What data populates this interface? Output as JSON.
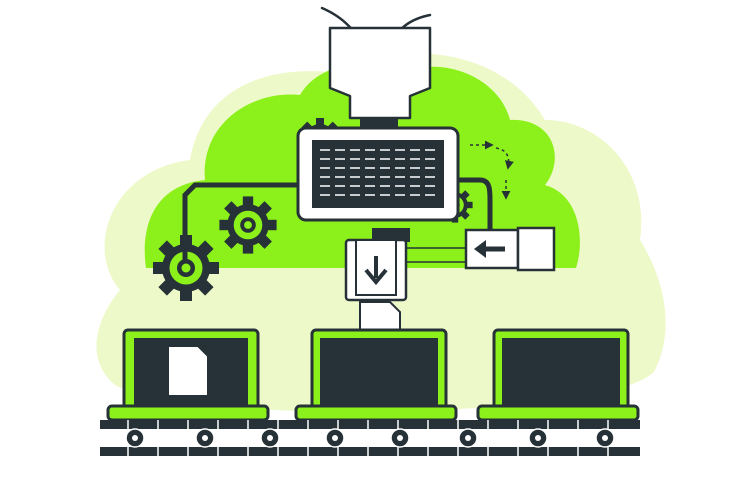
{
  "palette": {
    "background": "#ffffff",
    "blob_light": "#eef9c9",
    "cloud_green": "#8cf01a",
    "dark": "#263238",
    "white": "#ffffff"
  },
  "icons": {
    "cloud": "cloud-shape",
    "funnel": "funnel-hopper",
    "processor": "processor-box",
    "gears": "gear-icon",
    "printer": "printer-box",
    "arrows": "arrow-icon",
    "laptops": "laptop-icon",
    "documents": "document-icon",
    "conveyor": "conveyor-belt"
  }
}
